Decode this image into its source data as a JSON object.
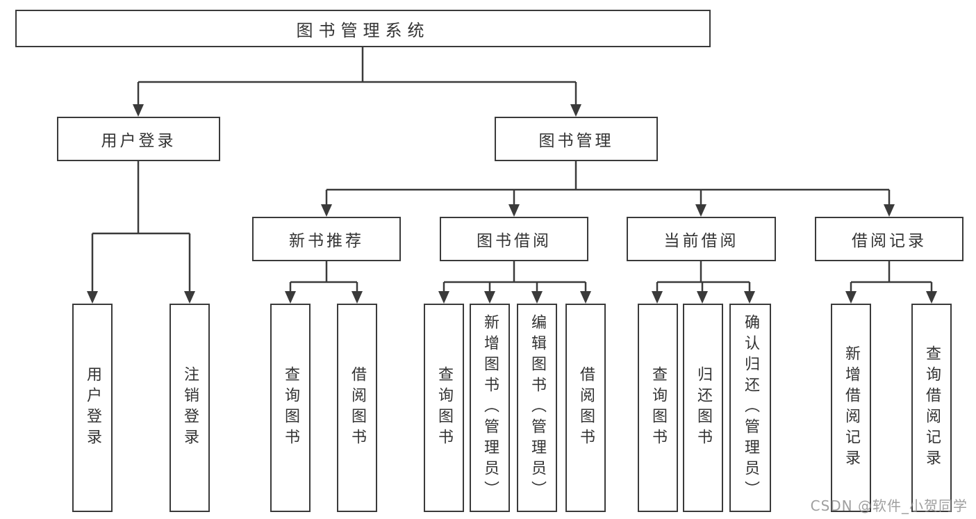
{
  "tree": {
    "root": {
      "label": "图书管理系统",
      "children": [
        {
          "label": "用户登录",
          "children": [
            {
              "label": "用户登录"
            },
            {
              "label": "注销登录"
            }
          ]
        },
        {
          "label": "图书管理",
          "children": [
            {
              "label": "新书推荐",
              "children": [
                {
                  "label": "查询图书"
                },
                {
                  "label": "借阅图书"
                }
              ]
            },
            {
              "label": "图书借阅",
              "children": [
                {
                  "label": "查询图书"
                },
                {
                  "label": "新增图书（管理员）"
                },
                {
                  "label": "编辑图书（管理员）"
                },
                {
                  "label": "借阅图书"
                }
              ]
            },
            {
              "label": "当前借阅",
              "children": [
                {
                  "label": "查询图书"
                },
                {
                  "label": "归还图书"
                },
                {
                  "label": "确认归还（管理员）"
                }
              ]
            },
            {
              "label": "借阅记录",
              "children": [
                {
                  "label": "新增借阅记录"
                },
                {
                  "label": "查询借阅记录"
                }
              ]
            }
          ]
        }
      ]
    }
  },
  "watermark": {
    "text": "CSDN @软件_小贺同学"
  },
  "colors": {
    "line": "#3a3a3a",
    "box_border": "#3a3a3a",
    "text": "#333333",
    "background": "#ffffff",
    "watermark": "#8e8e8e"
  }
}
